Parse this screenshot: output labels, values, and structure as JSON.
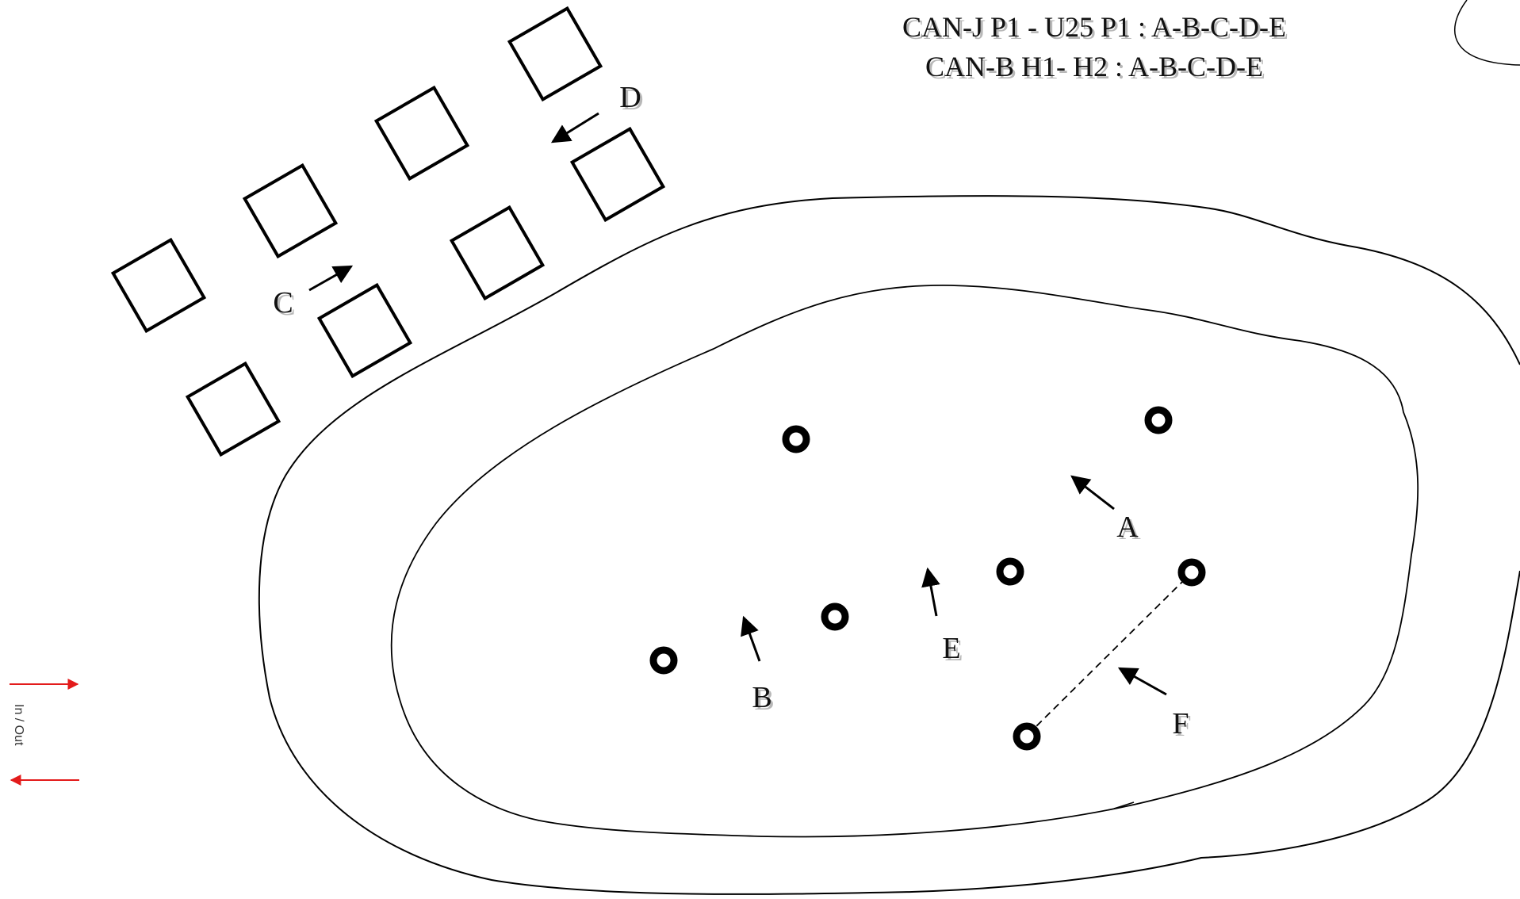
{
  "header": {
    "line1": "CAN-J P1 - U25 P1 : A-B-C-D-E",
    "line2": "CAN-B H1- H2 : A-B-C-D-E"
  },
  "labels": {
    "a": "A",
    "b": "B",
    "c": "C",
    "d": "D",
    "e": "E",
    "f": "F"
  },
  "legend": {
    "in_out": "In / Out",
    "arrow_color": "#e31b1b"
  },
  "colors": {
    "line": "#000000",
    "background": "#ffffff"
  },
  "icons": {
    "gate": "ring-marker",
    "box": "square-outline"
  }
}
